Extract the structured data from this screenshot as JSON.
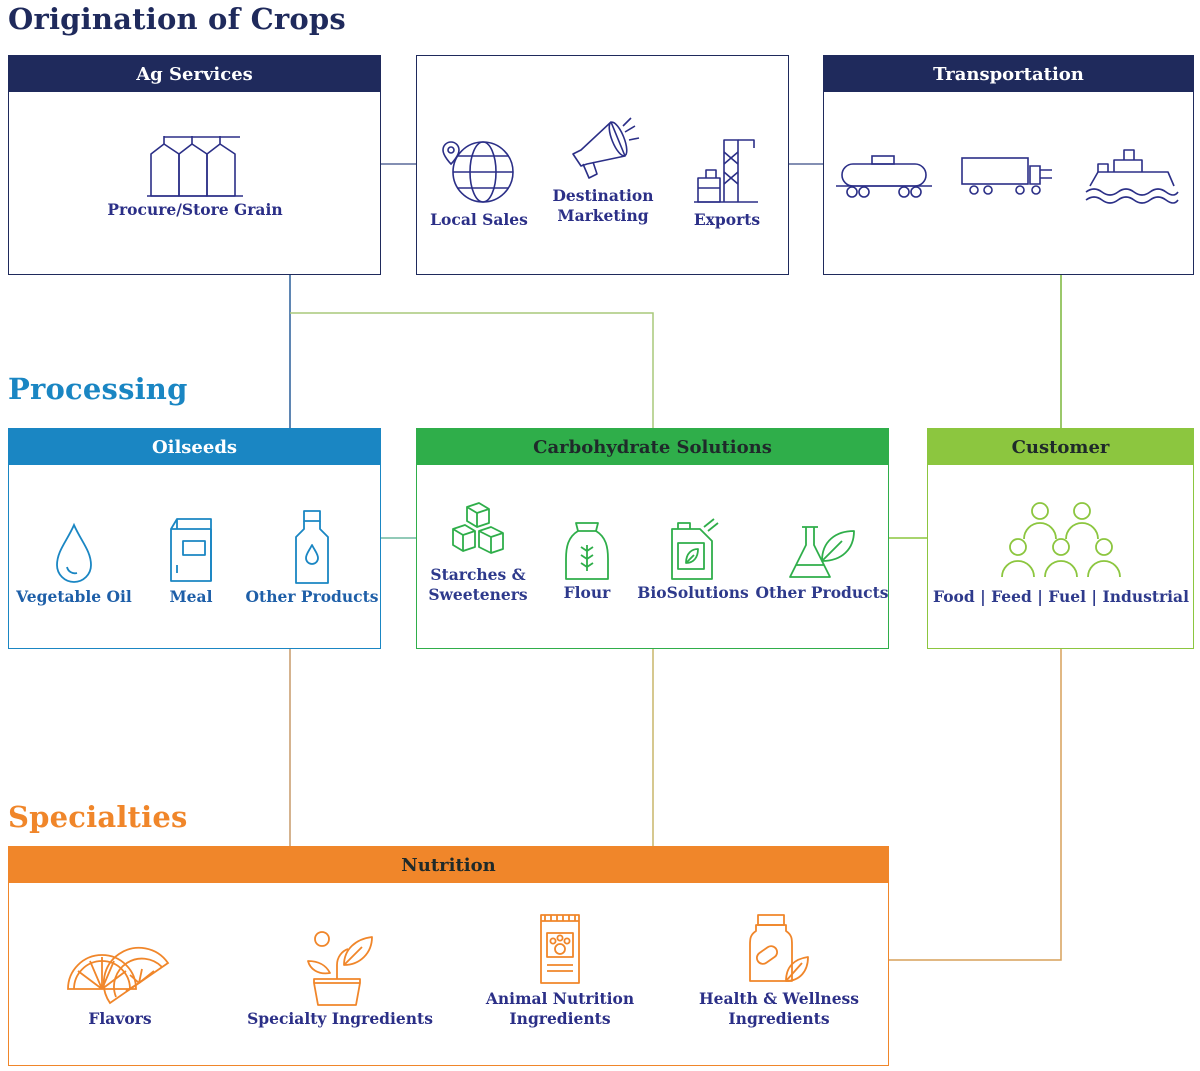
{
  "sections": {
    "origination": "Origination of Crops",
    "processing": "Processing",
    "specialties": "Specialties"
  },
  "colors": {
    "navy": "#1f2a5c",
    "blue": "#1a86c3",
    "green": "#2fae4a",
    "lime": "#8cc63f",
    "orange": "#f0862a"
  },
  "ag_services": {
    "title": "Ag Services",
    "item": {
      "label": "Procure/Store Grain",
      "icon": "grain-silo-icon"
    }
  },
  "distribution": {
    "items": [
      {
        "label": "Local Sales",
        "icon": "globe-icon"
      },
      {
        "label": "Destination\nMarketing",
        "icon": "megaphone-icon"
      },
      {
        "label": "Exports",
        "icon": "port-crane-icon"
      }
    ]
  },
  "transportation": {
    "title": "Transportation",
    "items": [
      {
        "icon": "rail-tank-car-icon"
      },
      {
        "icon": "truck-icon"
      },
      {
        "icon": "barge-icon"
      }
    ]
  },
  "oilseeds": {
    "title": "Oilseeds",
    "items": [
      {
        "label": "Vegetable Oil",
        "icon": "oil-drop-icon"
      },
      {
        "label": "Meal",
        "icon": "meal-bag-icon"
      },
      {
        "label": "Other Products",
        "icon": "bottle-icon"
      }
    ]
  },
  "carbohydrate": {
    "title": "Carbohydrate Solutions",
    "items": [
      {
        "label": "Starches &\nSweeteners",
        "icon": "sugar-cubes-icon"
      },
      {
        "label": "Flour",
        "icon": "flour-sack-icon"
      },
      {
        "label": "BioSolutions",
        "icon": "jerrycan-leaf-icon"
      },
      {
        "label": "Other Products",
        "icon": "flask-leaf-icon"
      }
    ]
  },
  "customer": {
    "title": "Customer",
    "item": {
      "label": "Food | Feed | Fuel | Industrial",
      "icon": "people-group-icon"
    }
  },
  "nutrition": {
    "title": "Nutrition",
    "items": [
      {
        "label": "Flavors",
        "icon": "citrus-slices-icon"
      },
      {
        "label": "Specialty Ingredients",
        "icon": "sprout-cup-icon"
      },
      {
        "label": "Animal Nutrition\nIngredients",
        "icon": "pet-food-bag-icon"
      },
      {
        "label": "Health & Wellness\nIngredients",
        "icon": "supplement-bottle-icon"
      }
    ]
  }
}
